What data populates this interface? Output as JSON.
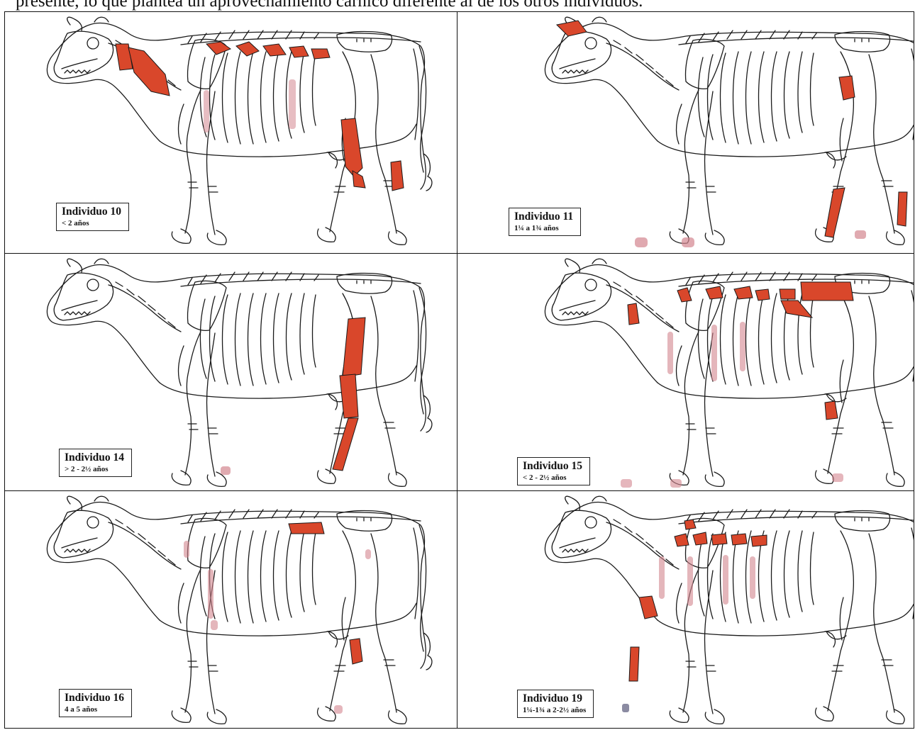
{
  "top_text": "presente, lo que plantea un aprovechamiento cárnico diferente al de los otros individuos.",
  "colors": {
    "highlight": "#d9472b",
    "faint": "#d3868f",
    "outline": "#1a1a1a"
  },
  "panels": [
    {
      "name": "Individuo 10",
      "age": "< 2 años"
    },
    {
      "name": "Individuo 11",
      "age": "1¼ a 1¾ años"
    },
    {
      "name": "Individuo 14",
      "age": "> 2 - 2½ años"
    },
    {
      "name": "Individuo 15",
      "age": "< 2 - 2½ años"
    },
    {
      "name": "Individuo 16",
      "age": "4 a 5 años"
    },
    {
      "name": "Individuo 19",
      "age": "1¼-1¾ a 2-2½ años"
    }
  ]
}
